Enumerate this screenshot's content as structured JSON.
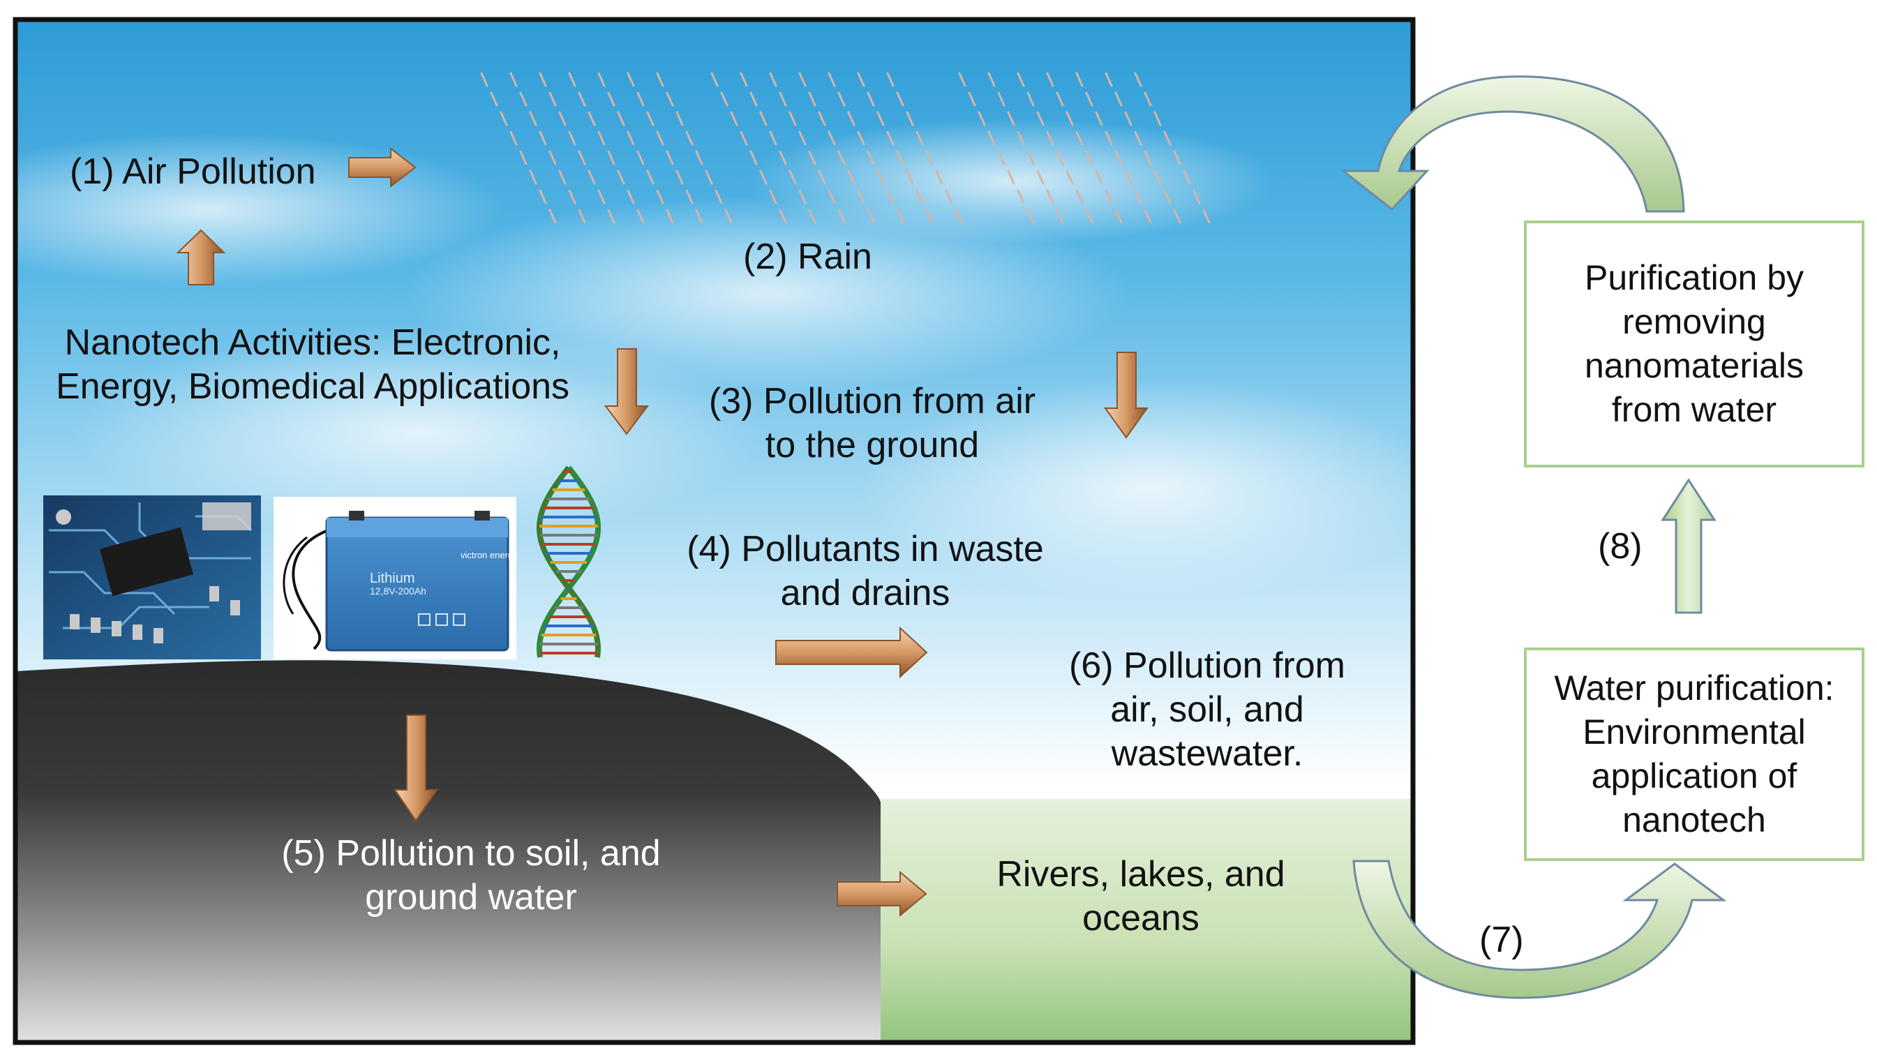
{
  "labels": {
    "air_pollution": "(1) Air Pollution",
    "rain": "(2) Rain",
    "nanotech_line1": "Nanotech Activities: Electronic,",
    "nanotech_line2": "Energy, Biomedical Applications",
    "pollution_ground_line1": "(3) Pollution from air",
    "pollution_ground_line2": "to the ground",
    "waste_line1": "(4) Pollutants in waste",
    "waste_line2": "and drains",
    "soil_line1": "(5) Pollution to soil, and",
    "soil_line2": "ground water",
    "combined_line1": "(6) Pollution from",
    "combined_line2": "air, soil, and",
    "combined_line3": "wastewater.",
    "rivers_line1": "Rivers, lakes, and",
    "rivers_line2": "oceans",
    "step7": "(7)",
    "step8": "(8)"
  },
  "boxes": {
    "purification_line1": "Purification by",
    "purification_line2": "removing",
    "purification_line3": "nanomaterials",
    "purification_line4": "from water",
    "water_line1": "Water purification:",
    "water_line2": "Environmental",
    "water_line3": "application of",
    "water_line4": "nanotech"
  },
  "battery": {
    "brand": "victron energy",
    "name": "Lithium",
    "spec": "12,8V-200Ah"
  },
  "colors": {
    "copper_arrow": "#c98a55",
    "green_arrow": "#cfe6b4",
    "box_border": "#a8d08d",
    "sky_top": "#2f9fd8",
    "ground": "#333333",
    "water": "#dcebd0"
  }
}
